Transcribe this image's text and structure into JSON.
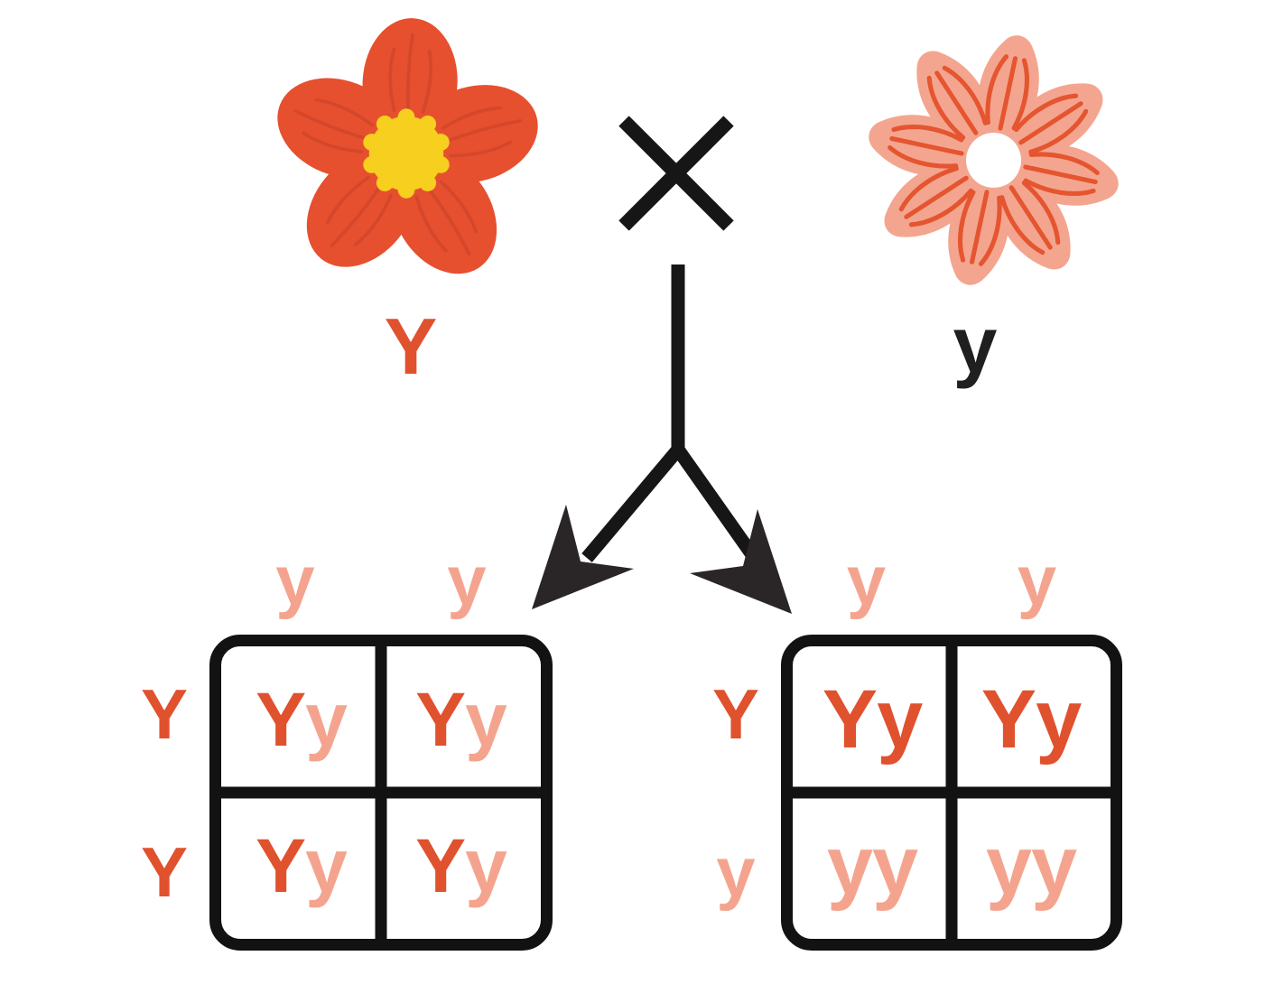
{
  "diagram": {
    "cross_symbol": "×",
    "parent_left": {
      "allele": "Y",
      "cls": "dom",
      "phenotype": "solid red-orange flower, yellow center"
    },
    "parent_right": {
      "allele": "y",
      "cls": "black",
      "phenotype": "light salmon flower, white center"
    }
  },
  "colors": {
    "dominant_red": "#E0512E",
    "recessive_salmon": "#F4A48E",
    "line_black": "#161616",
    "arrowhead_black": "#2A2627",
    "flower_left_petal": "#E6502F",
    "flower_left_vein": "#C23E28",
    "flower_left_center_yellow": "#F6CF1F",
    "flower_right_petal": "#F4A58F",
    "flower_right_vein": "#E4512B",
    "flower_right_center": "#FFFFFF"
  },
  "punnett_left": {
    "col_headers": [
      {
        "t": "y",
        "cls": "rec"
      },
      {
        "t": "y",
        "cls": "rec"
      }
    ],
    "row_headers": [
      {
        "t": "Y",
        "cls": "dom"
      },
      {
        "t": "Y",
        "cls": "dom"
      }
    ],
    "cells": [
      {
        "a": "Y",
        "a_cls": "dom",
        "b": "y",
        "b_cls": "rec"
      },
      {
        "a": "Y",
        "a_cls": "dom",
        "b": "y",
        "b_cls": "rec"
      },
      {
        "a": "Y",
        "a_cls": "dom",
        "b": "y",
        "b_cls": "rec"
      },
      {
        "a": "Y",
        "a_cls": "dom",
        "b": "y",
        "b_cls": "rec"
      }
    ]
  },
  "punnett_right": {
    "col_headers": [
      {
        "t": "y",
        "cls": "rec"
      },
      {
        "t": "y",
        "cls": "rec"
      }
    ],
    "row_headers": [
      {
        "t": "Y",
        "cls": "dom"
      },
      {
        "t": "y",
        "cls": "rec"
      }
    ],
    "cells": [
      {
        "a": "Y",
        "a_cls": "dom",
        "b": "y",
        "b_cls": "dom"
      },
      {
        "a": "Y",
        "a_cls": "dom",
        "b": "y",
        "b_cls": "dom"
      },
      {
        "a": "y",
        "a_cls": "rec",
        "b": "y",
        "b_cls": "rec"
      },
      {
        "a": "y",
        "a_cls": "rec",
        "b": "y",
        "b_cls": "rec"
      }
    ]
  }
}
